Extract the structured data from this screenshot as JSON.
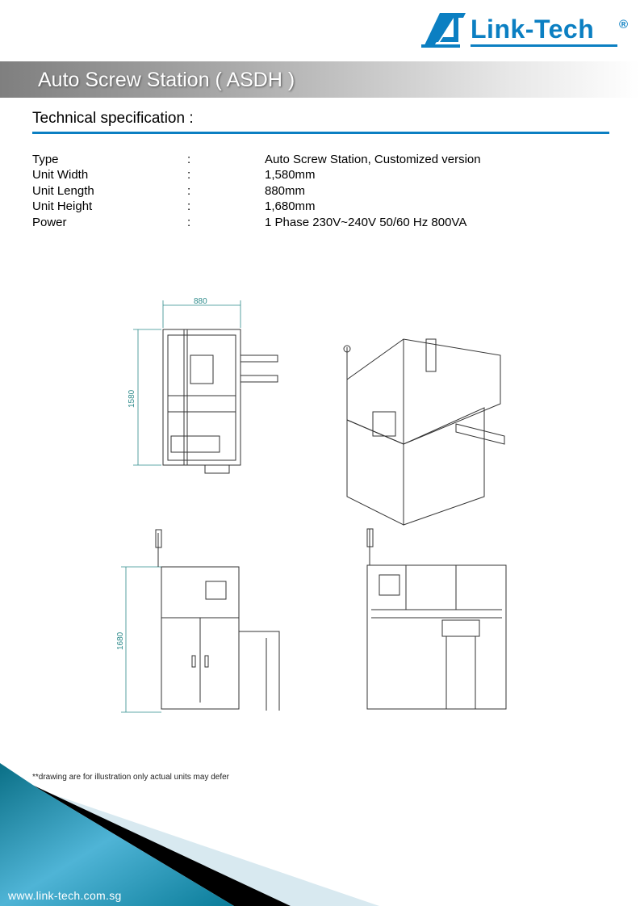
{
  "brand": {
    "name": "Link-Tech",
    "registered": "®",
    "color": "#0b7fc2"
  },
  "header": {
    "title": "Auto Screw Station ( ASDH )"
  },
  "spec": {
    "heading": "Technical specification :",
    "rows": [
      {
        "label": "Type",
        "sep": ":",
        "value": "Auto Screw Station, Customized version"
      },
      {
        "label": "Unit Width",
        "sep": ":",
        "value": "1,580mm"
      },
      {
        "label": "Unit Length",
        "sep": ":",
        "value": "880mm"
      },
      {
        "label": "Unit Height",
        "sep": ":",
        "value": "1,680mm"
      },
      {
        "label": "Power",
        "sep": ":",
        "value": "1 Phase 230V~240V 50/60 Hz 800VA"
      }
    ]
  },
  "drawings": {
    "top_width": "880",
    "top_depth": "1580",
    "front_height": "1680"
  },
  "footer": {
    "note": "**drawing are for illustration only actual units may defer",
    "url": "www.link-tech.com.sg"
  }
}
